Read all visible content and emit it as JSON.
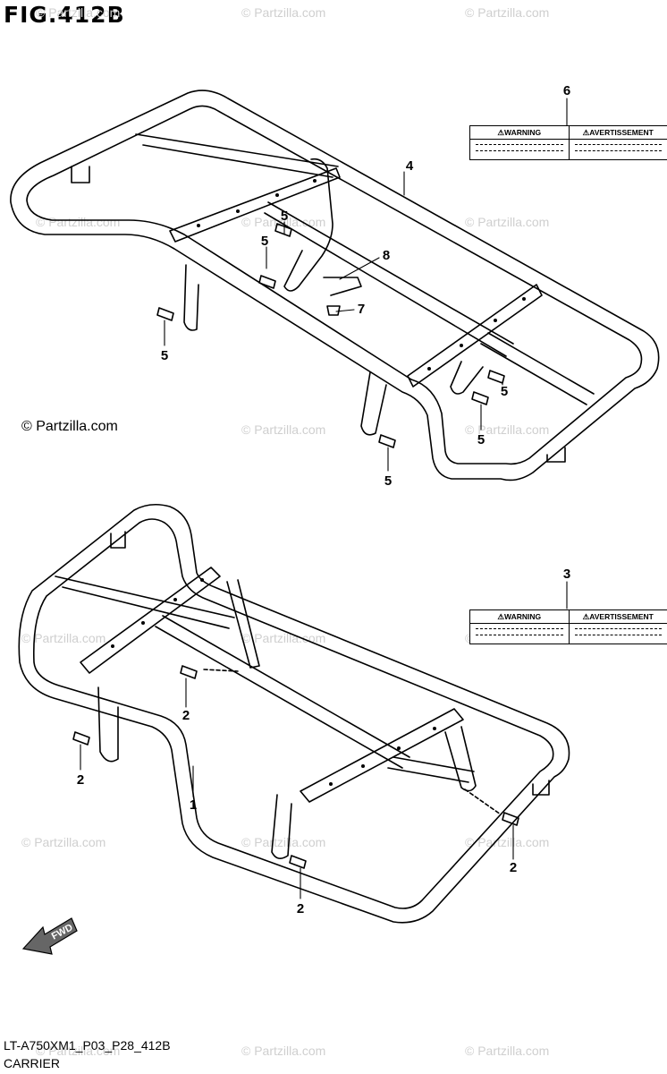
{
  "header": {
    "title": "FIG.412B"
  },
  "copyright": "© Partzilla.com",
  "watermark": "© Partzilla.com",
  "footer": {
    "model": "LT-A750XM1_P03_P28_412B",
    "section": "CARRIER"
  },
  "warning_label": {
    "left": "⚠WARNING",
    "right": "⚠AVERTISSEMENT"
  },
  "callouts": {
    "c1": "1",
    "c2a": "2",
    "c2b": "2",
    "c2c": "2",
    "c2d": "2",
    "c3": "3",
    "c4": "4",
    "c5a": "5",
    "c5b": "5",
    "c5c": "5",
    "c5d": "5",
    "c5e": "5",
    "c5f": "5",
    "c6": "6",
    "c7": "7",
    "c8": "8"
  },
  "fwd": {
    "text": "FWD"
  }
}
